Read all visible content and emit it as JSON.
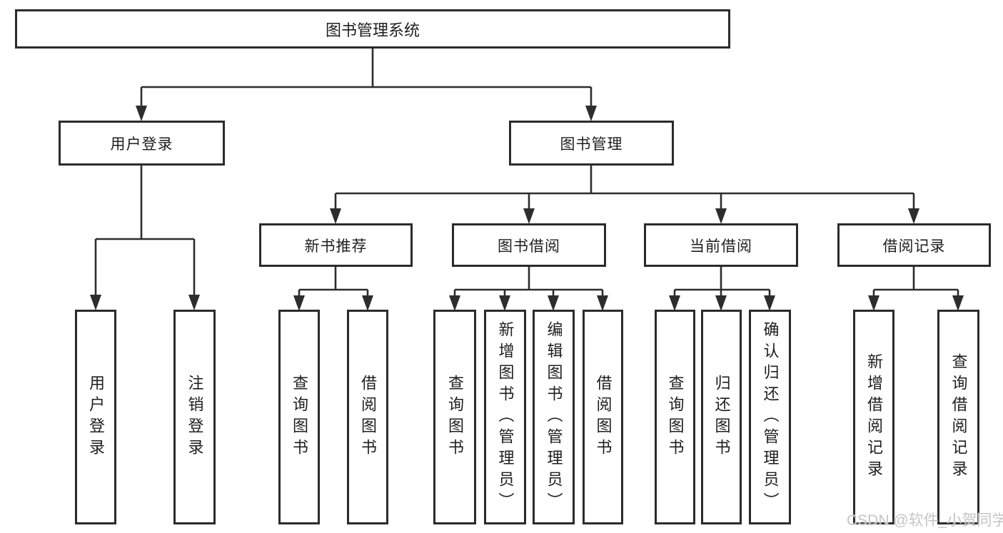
{
  "structure": {
    "label": "图书管理系统",
    "children": [
      {
        "label": "用户登录",
        "children": [
          {
            "label": "用户登录"
          },
          {
            "label": "注销登录"
          }
        ]
      },
      {
        "label": "图书管理",
        "children": [
          {
            "label": "新书推荐",
            "children": [
              {
                "label": "查询图书"
              },
              {
                "label": "借阅图书"
              }
            ]
          },
          {
            "label": "图书借阅",
            "children": [
              {
                "label": "查询图书"
              },
              {
                "label": "新增图书（管理员）"
              },
              {
                "label": "编辑图书（管理员）"
              },
              {
                "label": "借阅图书"
              }
            ]
          },
          {
            "label": "当前借阅",
            "children": [
              {
                "label": "查询图书"
              },
              {
                "label": "归还图书"
              },
              {
                "label": "确认归还（管理员）"
              }
            ]
          },
          {
            "label": "借阅记录",
            "children": [
              {
                "label": "新增借阅记录"
              },
              {
                "label": "查询借阅记录"
              }
            ]
          }
        ]
      }
    ]
  },
  "watermark": {
    "text": "CSDN @软件_小贺同学"
  },
  "colors": {
    "line": "#2d2d2d",
    "box_border": "#2b2b2b",
    "text": "#1e1e1e",
    "background": "#ffffff",
    "watermark": "#c5c5c5"
  }
}
